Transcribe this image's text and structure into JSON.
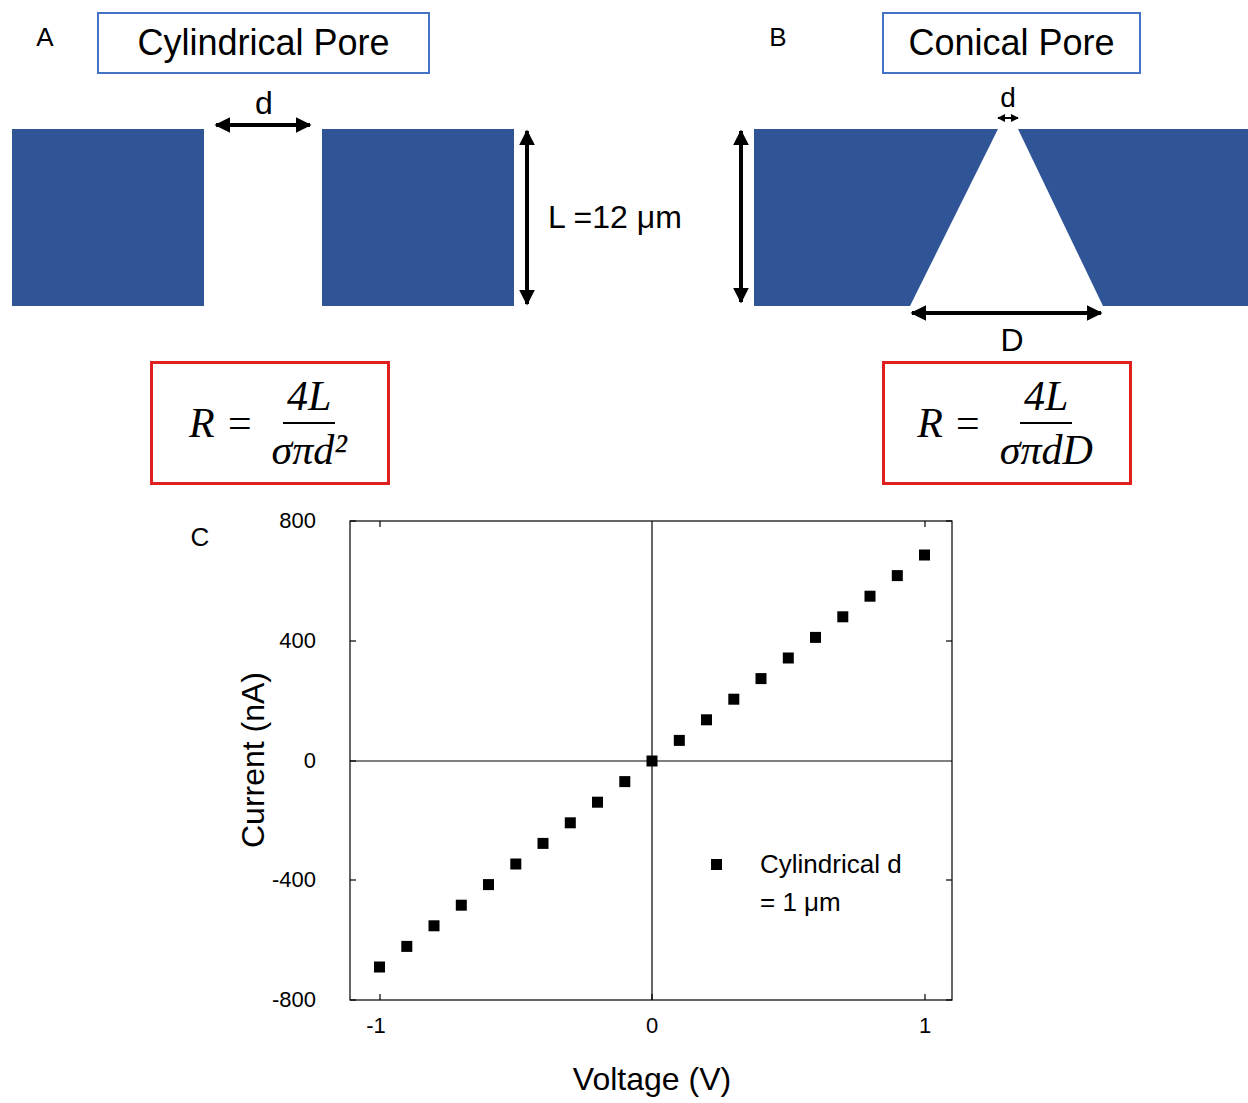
{
  "diagram": {
    "nodes": [
      {
        "text": [
          "Cylindrical Pore"
        ]
      },
      {
        "text": [
          "Conical Pore"
        ]
      },
      {
        "text": [
          "R =",
          "4L",
          "σπd²"
        ]
      },
      {
        "text": [
          "R =",
          "4L",
          "σπdD"
        ]
      }
    ],
    "labels": [
      "A",
      "B",
      "C",
      "d",
      "L =12 μm",
      "d",
      "D",
      "800",
      "400",
      "0",
      "-400",
      "-800",
      "-1",
      "0",
      "1",
      "Current (nA)",
      "Voltage (V)"
    ],
    "legend": [
      {
        "text": "Cylindrical d = 1 μm"
      }
    ]
  }
}
